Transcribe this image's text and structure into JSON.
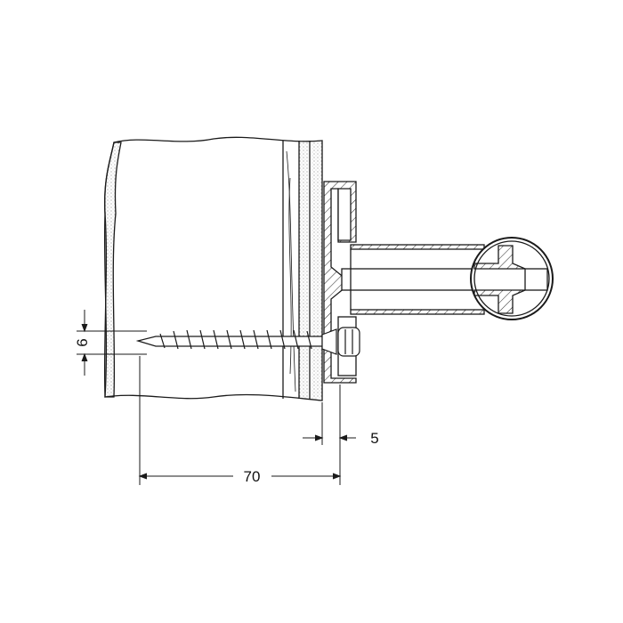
{
  "dimensions": {
    "hole_diameter": "6",
    "screw_length": "70",
    "offset": "5"
  },
  "colors": {
    "line": "#1a1a1a",
    "background": "#ffffff"
  }
}
